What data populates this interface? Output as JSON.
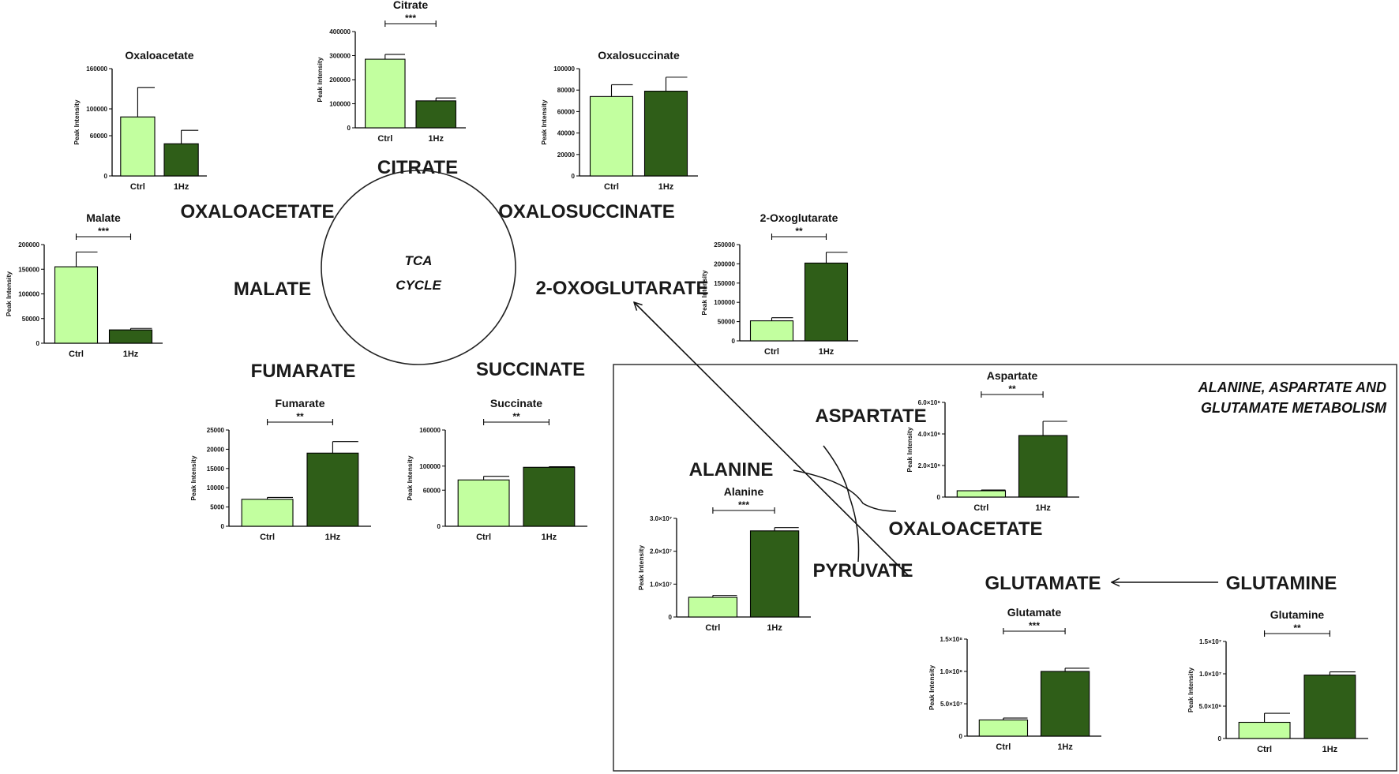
{
  "diagram": {
    "cycle_label_line1": "TCA",
    "cycle_label_line2": "CYCLE",
    "pathway_title_line1": "ALANINE, ASPARTATE AND",
    "pathway_title_line2": "GLUTAMATE METABOLISM",
    "metabolites": {
      "citrate": "CITRATE",
      "oxaloacetate": "OXALOACETATE",
      "oxalosuccinate": "OXALOSUCCINATE",
      "malate": "MALATE",
      "oxoglutarate": "2-OXOGLUTARATE",
      "fumarate": "FUMARATE",
      "succinate": "SUCCINATE",
      "aspartate": "ASPARTATE",
      "alanine": "ALANINE",
      "oxaloacetate2": "OXALOACETATE",
      "pyruvate": "PYRUVATE",
      "glutamate": "GLUTAMATE",
      "glutamine": "GLUTAMINE"
    }
  },
  "colors": {
    "ctrl": "#c2ff9f",
    "hz": "#2f5e18",
    "axis": "#000000"
  },
  "chart_data": [
    {
      "id": "oxaloacetate",
      "type": "bar",
      "title": "Oxaloacetate",
      "ylabel": "Peak Intensity",
      "categories": [
        "Ctrl",
        "1Hz"
      ],
      "values": [
        88000,
        48000
      ],
      "errors": [
        44000,
        20000
      ],
      "ylim": [
        0,
        160000
      ],
      "ticks": [
        0,
        60000,
        100000,
        160000
      ],
      "tick_labels": [
        "0",
        "60000",
        "100000",
        "160000"
      ],
      "significance": ""
    },
    {
      "id": "citrate",
      "type": "bar",
      "title": "Citrate",
      "ylabel": "Peak Intensity",
      "categories": [
        "Ctrl",
        "1Hz"
      ],
      "values": [
        285000,
        112000
      ],
      "errors": [
        20000,
        12000
      ],
      "ylim": [
        0,
        400000
      ],
      "ticks": [
        0,
        100000,
        200000,
        300000,
        400000
      ],
      "tick_labels": [
        "0",
        "100000",
        "200000",
        "300000",
        "400000"
      ],
      "significance": "***"
    },
    {
      "id": "oxalosuccinate",
      "type": "bar",
      "title": "Oxalosuccinate",
      "ylabel": "Peak Intensity",
      "categories": [
        "Ctrl",
        "1Hz"
      ],
      "values": [
        74000,
        79000
      ],
      "errors": [
        11000,
        13000
      ],
      "ylim": [
        0,
        100000
      ],
      "ticks": [
        0,
        20000,
        40000,
        60000,
        80000,
        100000
      ],
      "tick_labels": [
        "0",
        "20000",
        "40000",
        "60000",
        "80000",
        "100000"
      ],
      "significance": ""
    },
    {
      "id": "malate",
      "type": "bar",
      "title": "Malate",
      "ylabel": "Peak Intensity",
      "categories": [
        "Ctrl",
        "1Hz"
      ],
      "values": [
        155000,
        27000
      ],
      "errors": [
        30000,
        3000
      ],
      "ylim": [
        0,
        200000
      ],
      "ticks": [
        0,
        50000,
        100000,
        150000,
        200000
      ],
      "tick_labels": [
        "0",
        "50000",
        "100000",
        "150000",
        "200000"
      ],
      "significance": "***"
    },
    {
      "id": "oxoglutarate",
      "type": "bar",
      "title": "2-Oxoglutarate",
      "ylabel": "Peak Intensity",
      "categories": [
        "Ctrl",
        "1Hz"
      ],
      "values": [
        52000,
        202000
      ],
      "errors": [
        8000,
        28000
      ],
      "ylim": [
        0,
        250000
      ],
      "ticks": [
        0,
        50000,
        100000,
        150000,
        200000,
        250000
      ],
      "tick_labels": [
        "0",
        "50000",
        "100000",
        "150000",
        "200000",
        "250000"
      ],
      "significance": "**"
    },
    {
      "id": "fumarate",
      "type": "bar",
      "title": "Fumarate",
      "ylabel": "Peak Intensity",
      "categories": [
        "Ctrl",
        "1Hz"
      ],
      "values": [
        7000,
        19000
      ],
      "errors": [
        500,
        3000
      ],
      "ylim": [
        0,
        25000
      ],
      "ticks": [
        0,
        5000,
        10000,
        15000,
        20000,
        25000
      ],
      "tick_labels": [
        "0",
        "5000",
        "10000",
        "15000",
        "20000",
        "25000"
      ],
      "significance": "**"
    },
    {
      "id": "succinate",
      "type": "bar",
      "title": "Succinate",
      "ylabel": "Peak Intensity",
      "categories": [
        "Ctrl",
        "1Hz"
      ],
      "values": [
        77000,
        98000
      ],
      "errors": [
        6000,
        1000
      ],
      "ylim": [
        0,
        160000
      ],
      "ticks": [
        0,
        60000,
        100000,
        160000
      ],
      "tick_labels": [
        "0",
        "60000",
        "100000",
        "160000"
      ],
      "significance": "**"
    },
    {
      "id": "aspartate",
      "type": "bar",
      "title": "Aspartate",
      "ylabel": "Peak Intensity",
      "categories": [
        "Ctrl",
        "1Hz"
      ],
      "values": [
        0.4,
        3.9
      ],
      "errors": [
        0.05,
        0.9
      ],
      "ylim": [
        0,
        6.0
      ],
      "ticks": [
        0,
        2.0,
        4.0,
        6.0
      ],
      "tick_labels": [
        "0",
        "2.0×10⁶",
        "4.0×10⁶",
        "6.0×10⁶"
      ],
      "significance": "**"
    },
    {
      "id": "alanine",
      "type": "bar",
      "title": "Alanine",
      "ylabel": "Peak Intensity",
      "categories": [
        "Ctrl",
        "1Hz"
      ],
      "values": [
        0.6,
        2.62
      ],
      "errors": [
        0.06,
        0.1
      ],
      "ylim": [
        0,
        3.0
      ],
      "ticks": [
        0,
        1.0,
        2.0,
        3.0
      ],
      "tick_labels": [
        "0",
        "1.0×10⁷",
        "2.0×10⁷",
        "3.0×10⁷"
      ],
      "significance": "***"
    },
    {
      "id": "glutamate",
      "type": "bar",
      "title": "Glutamate",
      "ylabel": "Peak Intensity",
      "categories": [
        "Ctrl",
        "1Hz"
      ],
      "values": [
        0.25,
        1.0
      ],
      "errors": [
        0.03,
        0.05
      ],
      "ylim": [
        0,
        1.5
      ],
      "ticks": [
        0,
        0.5,
        1.0,
        1.5
      ],
      "tick_labels": [
        "0",
        "5.0×10⁷",
        "1.0×10⁸",
        "1.5×10⁸"
      ],
      "significance": "***"
    },
    {
      "id": "glutamine",
      "type": "bar",
      "title": "Glutamine",
      "ylabel": "Peak Intensity",
      "categories": [
        "Ctrl",
        "1Hz"
      ],
      "values": [
        0.25,
        0.98
      ],
      "errors": [
        0.14,
        0.05
      ],
      "ylim": [
        0,
        1.5
      ],
      "ticks": [
        0,
        0.5,
        1.0,
        1.5
      ],
      "tick_labels": [
        "0",
        "5.0×10⁶",
        "1.0×10⁷",
        "1.5×10⁷"
      ],
      "significance": "**"
    }
  ]
}
